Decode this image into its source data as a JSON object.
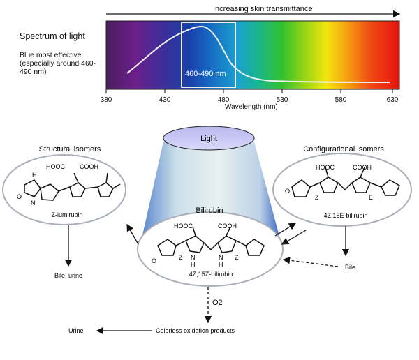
{
  "spectrum": {
    "title": "Spectrum of light",
    "note": "Blue most effective (especially around 460-490 nm)",
    "arrow_label": "Increasing skin transmittance",
    "band_label": "460-490 nm",
    "x_axis_label": "Wavelength (nm)",
    "ticks": [
      "380",
      "430",
      "480",
      "530",
      "580",
      "630"
    ]
  },
  "diagram": {
    "light_label": "Light",
    "structural_title": "Structural isomers",
    "configurational_title": "Configurational isomers",
    "center_title": "Bilirubin",
    "lumirubin_name": "Z-lumirubin",
    "bilirubin_name": "4Z,15Z-bilirubin",
    "config_name": "4Z,15E-bilirubin",
    "bile_urine": "Bile, urine",
    "bile": "Bile",
    "o2": "O2",
    "urine": "Urine",
    "oxidation": "Colorless oxidation products",
    "hooc": "HOOC",
    "cooh": "COOH",
    "h": "H",
    "n": "N",
    "o": "O",
    "z": "Z",
    "e": "E"
  },
  "colors": {
    "accent_ellipse": "#b7bdc9",
    "light_cap": "#c7c7f1",
    "beam_blue": "#3f71c4"
  }
}
